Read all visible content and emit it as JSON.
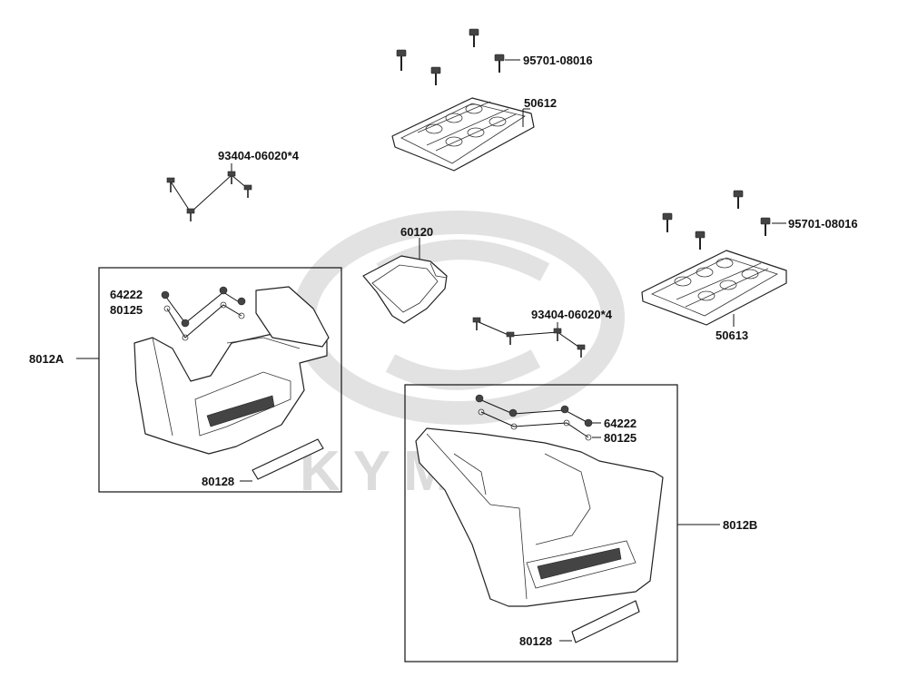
{
  "watermark": {
    "text": "KYMCO"
  },
  "labels": {
    "bolt_top": "95701-08016",
    "rack_top": "50612",
    "screws_left": "93404-06020*4",
    "center_guard": "60120",
    "bolt_right": "95701-08016",
    "screws_center": "93404-06020*4",
    "rack_right": "50613",
    "fender_left": "8012A",
    "fender_right": "8012B",
    "grommet_a": "64222",
    "nut_a": "80125",
    "mat_a": "80128",
    "grommet_b": "64222",
    "nut_b": "80125",
    "mat_b": "80128"
  }
}
